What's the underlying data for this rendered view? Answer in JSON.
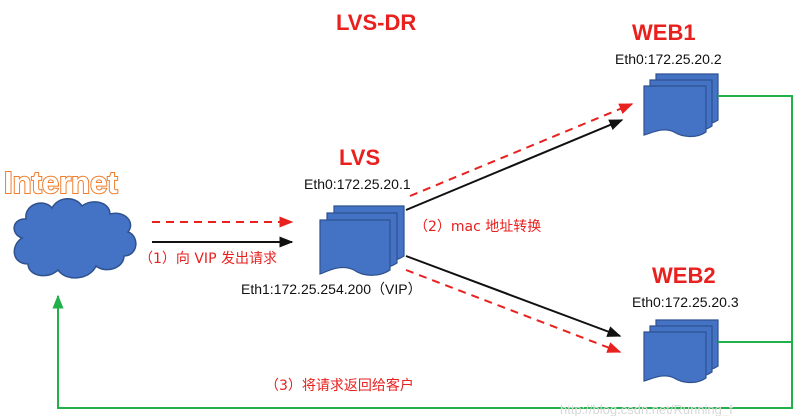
{
  "title": "LVS-DR",
  "internet": {
    "label": "Internet"
  },
  "lvs": {
    "label": "LVS",
    "eth0": "Eth0:172.25.20.1",
    "eth1": "Eth1:172.25.254.200（VIP）"
  },
  "web1": {
    "label": "WEB1",
    "eth0": "Eth0:172.25.20.2"
  },
  "web2": {
    "label": "WEB2",
    "eth0": "Eth0:172.25.20.3"
  },
  "steps": {
    "step1": "（1）向 VIP 发出请求",
    "step2": "（2）mac 地址转换",
    "step3": "（3）将请求返回给客户"
  },
  "watermark": "http://blog.csdn.net/Running_f",
  "colors": {
    "label_red": "#e8201e",
    "server_blue": "#4472c4",
    "server_border": "#2f528f",
    "return_green": "#22b04b",
    "internet_orange": "#f07d2c",
    "arrow_black": "#111111"
  },
  "icons": {
    "internet": "cloud-icon",
    "lvs": "server-stack-icon",
    "web1": "server-stack-icon",
    "web2": "server-stack-icon"
  }
}
